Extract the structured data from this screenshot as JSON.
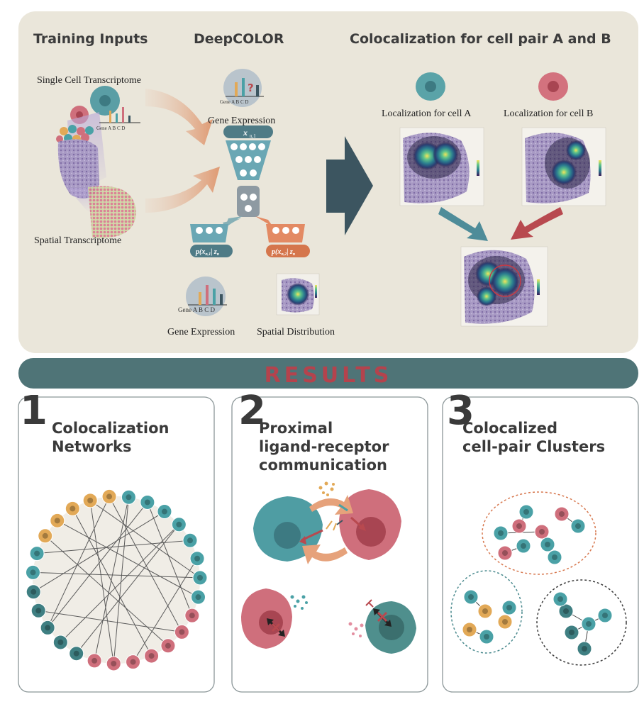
{
  "top": {
    "training_inputs": "Training Inputs",
    "deepcolor": "DeepCOLOR",
    "colocalization_title": "Colocalization for cell pair A and B",
    "single_cell": "Single Cell Transcriptome",
    "spatial": "Spatial Transcriptome",
    "gene_expression_top": "Gene Expression",
    "gene_expression_bottom": "Gene Expression",
    "spatial_distribution": "Spatial Distribution",
    "localization_a": "Localization for cell A",
    "localization_b": "Localization for cell B",
    "gene_axis": "Gene A  B  C  D",
    "gene_axis_top": "Gene A  B  C  D",
    "gene_axis_small": "Gene A  B  C  D",
    "question_mark": "?",
    "x_node": "x",
    "x_node_sub": "n,1",
    "p_left": "p(x",
    "p_left_sub": "n,1",
    "p_left_cond": "| z",
    "p_left_cond_sub": "n",
    "p_right": "p(x",
    "p_right_sub": "n,2",
    "p_right_cond": "| z",
    "p_right_cond_sub": "n"
  },
  "results": {
    "banner": "RESULTS",
    "panels": [
      {
        "number": "1",
        "title_line1": "Colocalization",
        "title_line2": "Networks",
        "title_line3": ""
      },
      {
        "number": "2",
        "title_line1": "Proximal",
        "title_line2": "ligand-receptor",
        "title_line3": "communication"
      },
      {
        "number": "3",
        "title_line1": "Colocalized",
        "title_line2": "cell-pair Clusters",
        "title_line3": ""
      }
    ]
  },
  "colors": {
    "panel_bg": "#eae6da",
    "banner": "#4f7477",
    "teal": "#4aa1a6",
    "pink": "#cf6f7c",
    "orange": "#e2a957",
    "dark_slate": "#3c5560",
    "arrow_orange": "#e0a080",
    "arrow_red": "#b8494f",
    "arrow_teal": "#4e8c99"
  }
}
